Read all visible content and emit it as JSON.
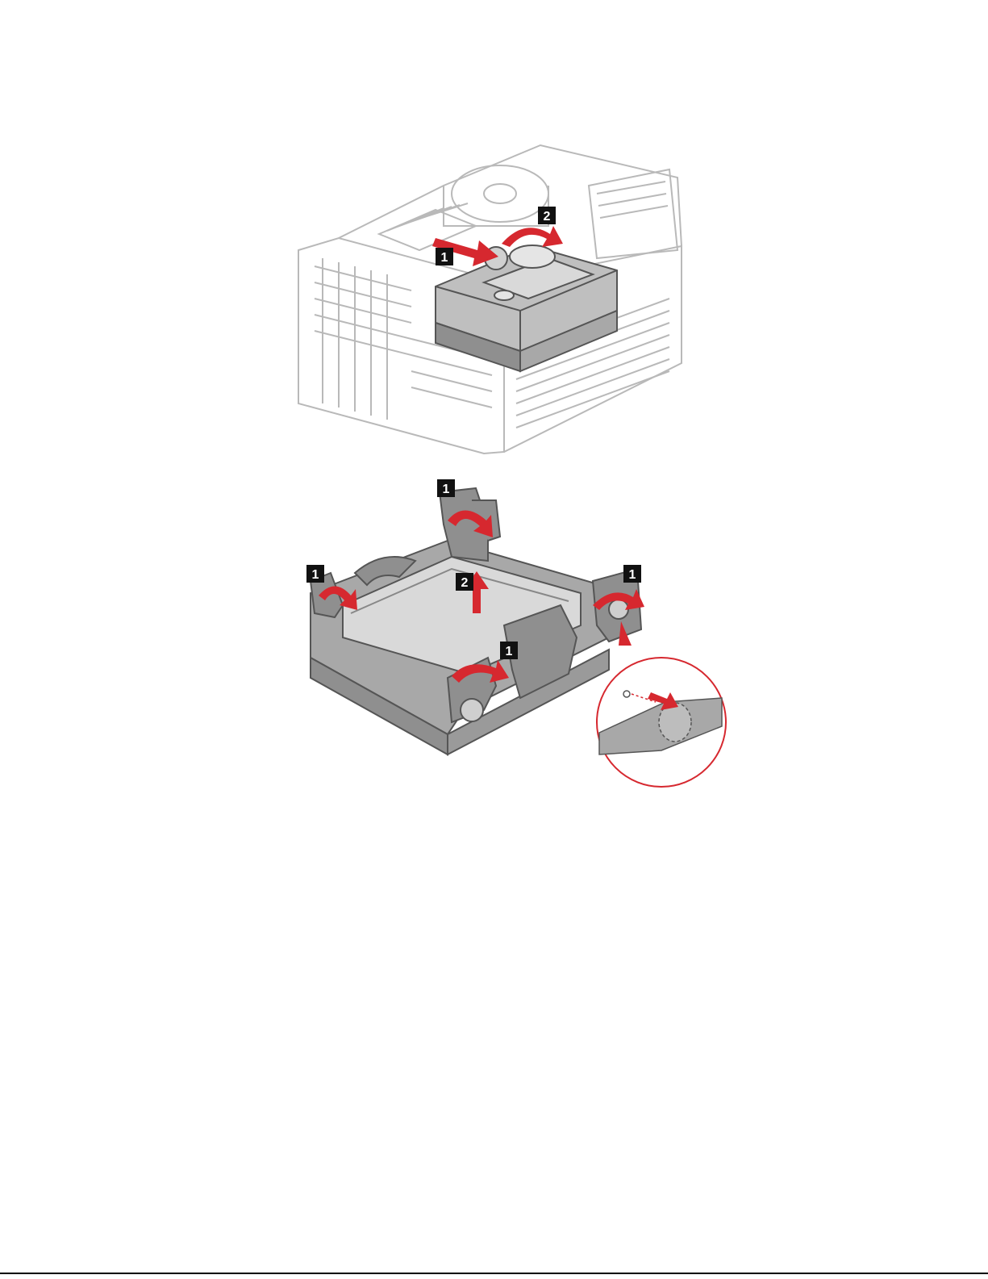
{
  "figure1": {
    "callouts": [
      "1",
      "2"
    ],
    "icons": [
      "push-arrow-icon",
      "pivot-arrow-icon"
    ]
  },
  "figure2": {
    "callouts": [
      "1",
      "1",
      "1",
      "1",
      "2"
    ],
    "icons": [
      "flex-arrow-icon",
      "lift-arrow-icon",
      "magnifier-detail"
    ]
  },
  "colors": {
    "arrow": "#d6282f",
    "badge": "#111111",
    "line": "#555555",
    "line_light": "#b9b9b9",
    "part_fill": "#8f8f8f",
    "part_fill_light": "#d9d9d9"
  }
}
